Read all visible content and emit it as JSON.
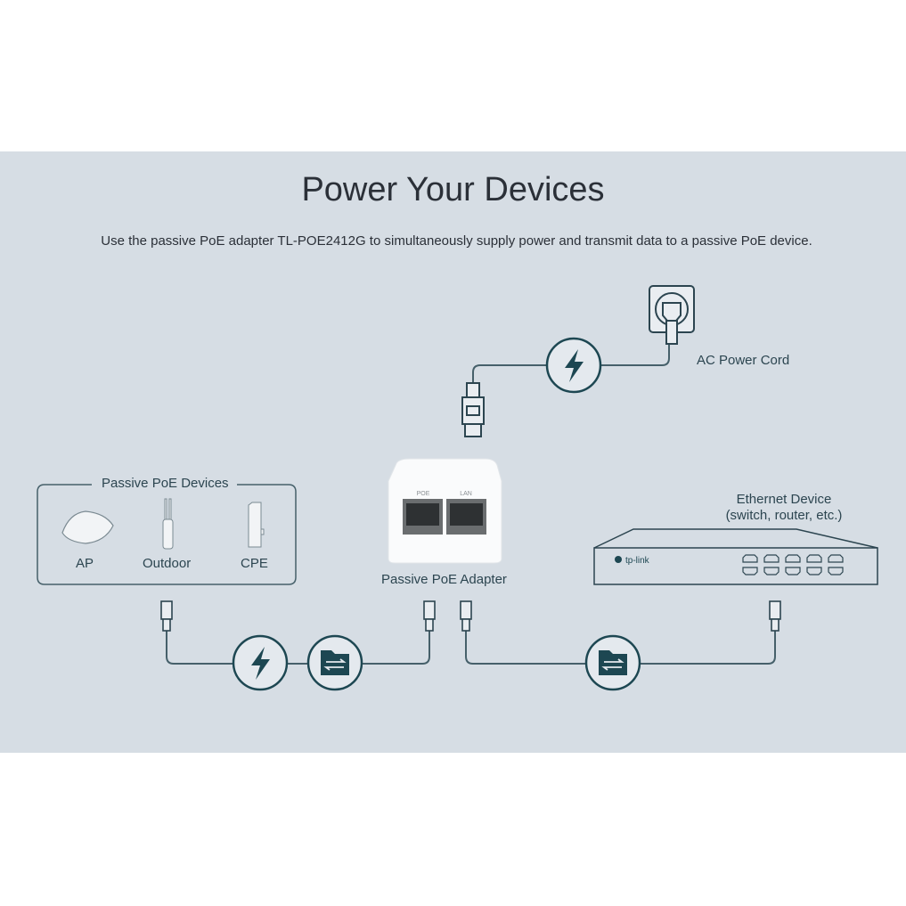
{
  "title": "Power Your Devices",
  "subtitle": "Use the passive PoE adapter TL-POE2412G to simultaneously supply power and transmit data to a passive PoE device.",
  "labels": {
    "ac_power_cord": "AC Power Cord",
    "passive_poe_devices": "Passive PoE Devices",
    "ap": "AP",
    "outdoor": "Outdoor",
    "cpe": "CPE",
    "adapter": "Passive PoE Adapter",
    "ethernet_device": "Ethernet Device",
    "ethernet_device_examples": "(switch, router, etc.)",
    "port_poe": "POE",
    "port_lan": "LAN",
    "brand": "tp-link"
  },
  "colors": {
    "background": "#d6dde4",
    "accent": "#1d4752",
    "line": "#3b5560"
  }
}
